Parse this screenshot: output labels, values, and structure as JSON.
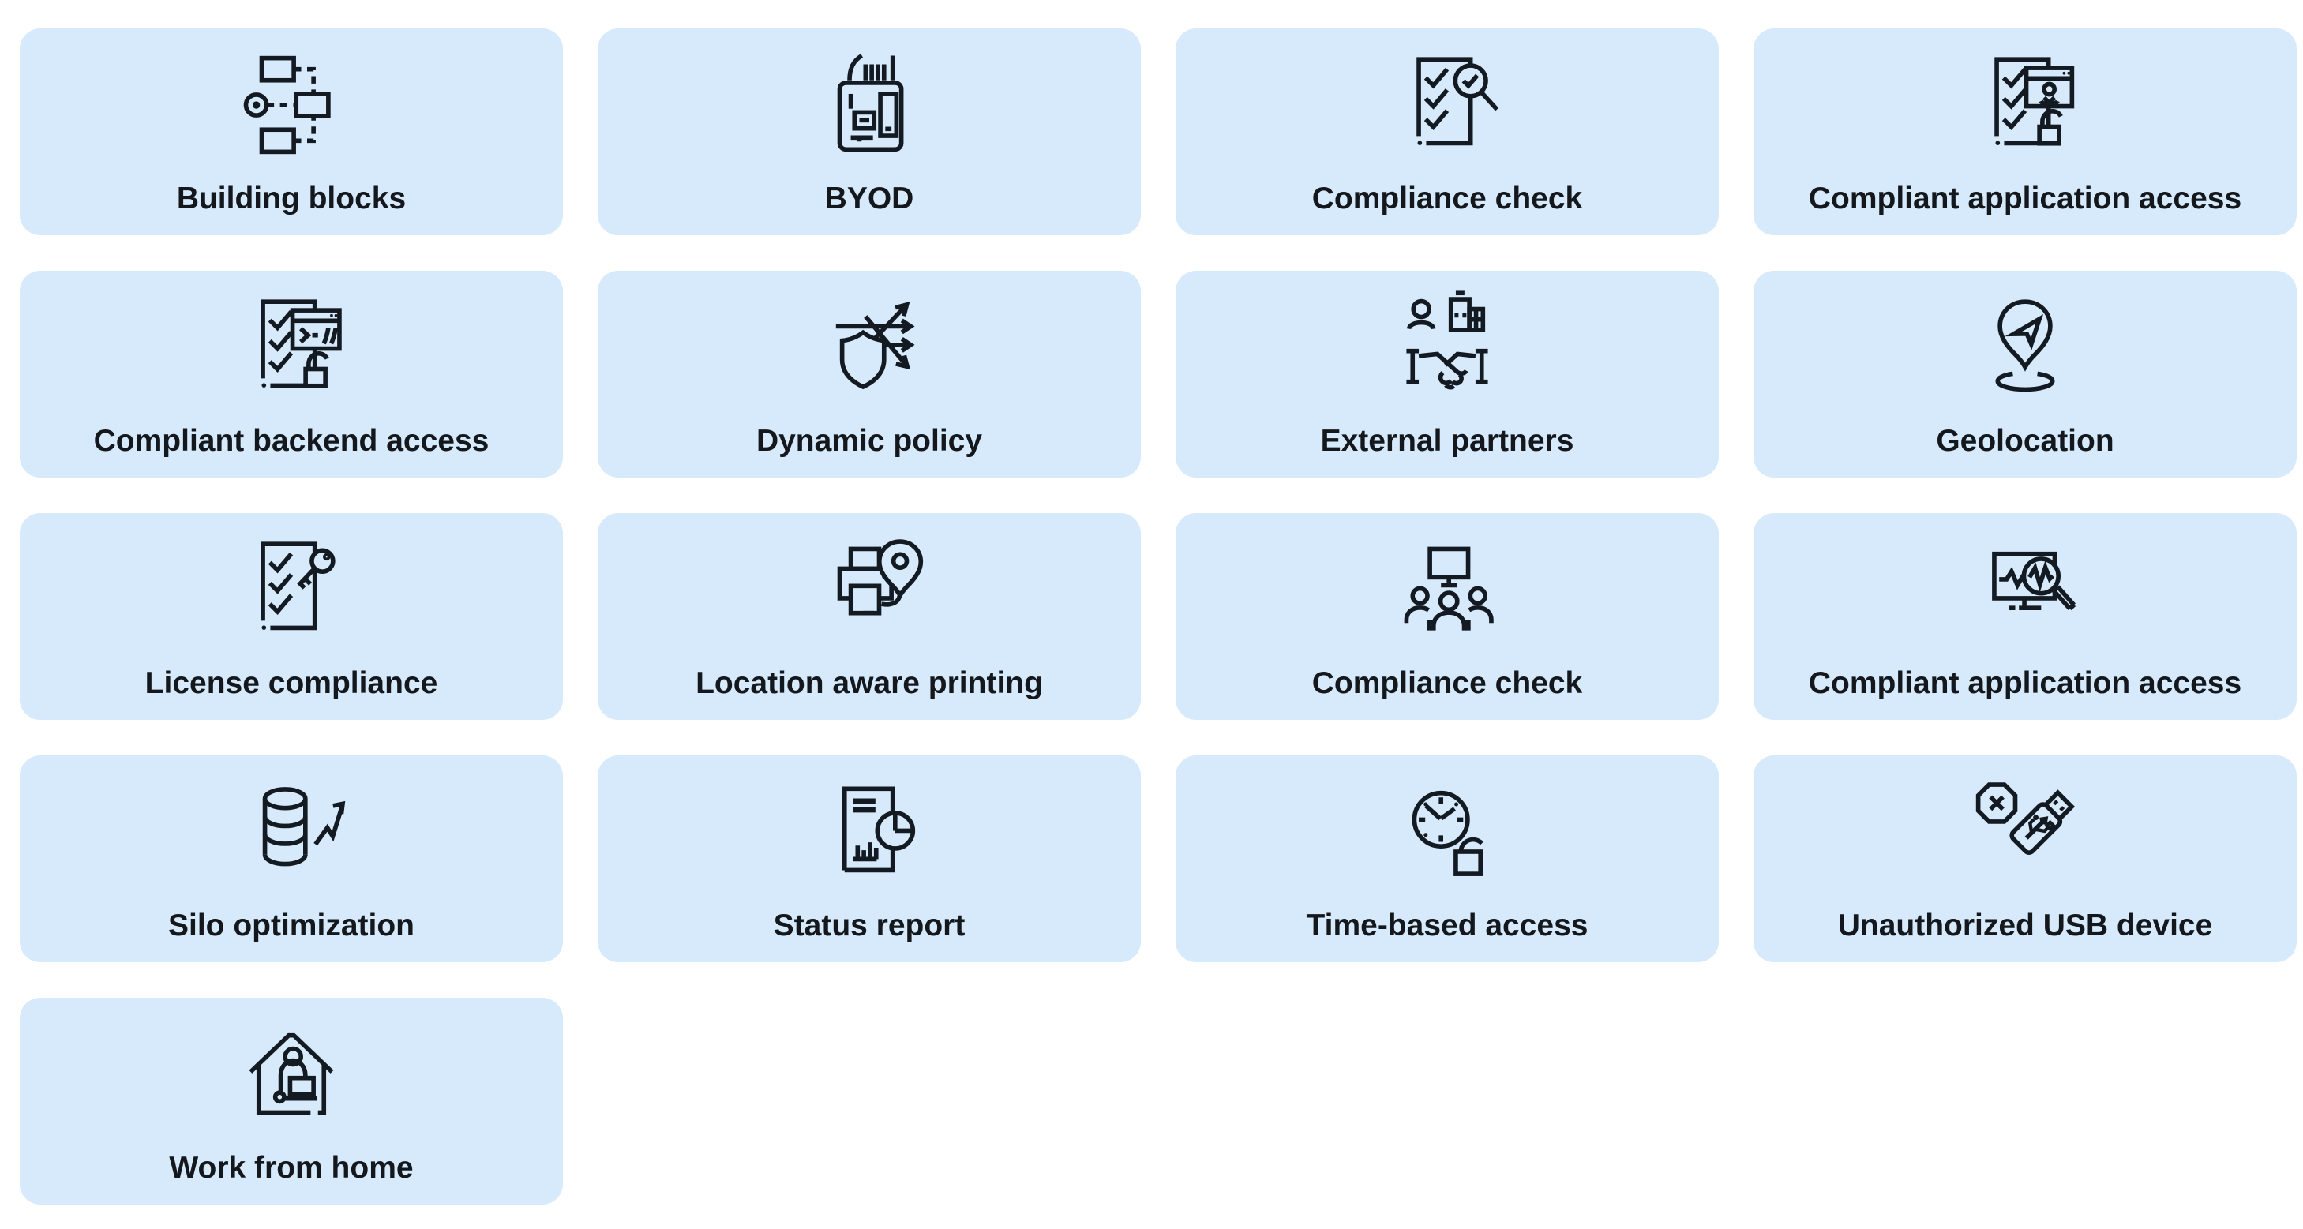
{
  "page": {
    "background_color": "#ffffff",
    "card_background_color": "#d6eafb",
    "icon_stroke_color": "#141a22",
    "label_color": "#14181d"
  },
  "cards": [
    {
      "label": "Building blocks",
      "icon": "building-blocks-icon"
    },
    {
      "label": "BYOD",
      "icon": "byod-icon"
    },
    {
      "label": "Compliance check",
      "icon": "compliance-check-magnifier-icon"
    },
    {
      "label": "Compliant application access",
      "icon": "compliant-application-access-icon"
    },
    {
      "label": "Compliant backend access",
      "icon": "compliant-backend-access-icon"
    },
    {
      "label": "Dynamic policy",
      "icon": "dynamic-policy-icon"
    },
    {
      "label": "External partners",
      "icon": "external-partners-icon"
    },
    {
      "label": "Geolocation",
      "icon": "geolocation-icon"
    },
    {
      "label": "License compliance",
      "icon": "license-compliance-icon"
    },
    {
      "label": "Location aware printing",
      "icon": "location-aware-printing-icon"
    },
    {
      "label": "Compliance check",
      "icon": "compliance-check-team-icon"
    },
    {
      "label": "Compliant application access",
      "icon": "compliant-application-monitor-icon"
    },
    {
      "label": "Silo optimization",
      "icon": "silo-optimization-icon"
    },
    {
      "label": "Status report",
      "icon": "status-report-icon"
    },
    {
      "label": "Time-based access",
      "icon": "time-based-access-icon"
    },
    {
      "label": "Unauthorized USB device",
      "icon": "unauthorized-usb-device-icon"
    },
    {
      "label": "Work from home",
      "icon": "work-from-home-icon"
    }
  ]
}
